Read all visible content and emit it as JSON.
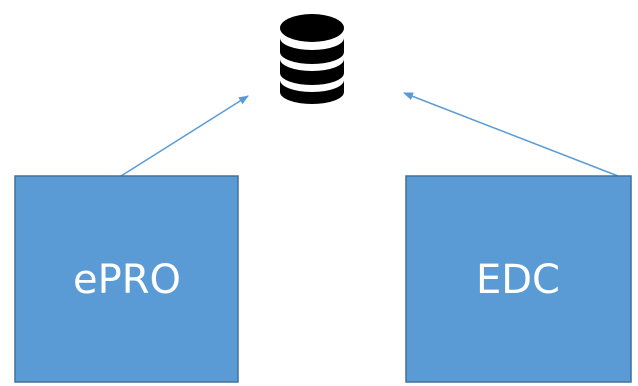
{
  "diagram": {
    "nodes": [
      {
        "id": "epro",
        "label": "ePRO"
      },
      {
        "id": "edc",
        "label": "EDC"
      }
    ],
    "target": {
      "icon": "database-icon"
    },
    "edges": [
      {
        "from": "epro",
        "to": "database"
      },
      {
        "from": "edc",
        "to": "database"
      }
    ]
  },
  "colors": {
    "box_fill": "#5b9bd5",
    "box_stroke": "#41719c",
    "arrow": "#5b9bd5",
    "icon": "#000000",
    "label": "#ffffff"
  }
}
